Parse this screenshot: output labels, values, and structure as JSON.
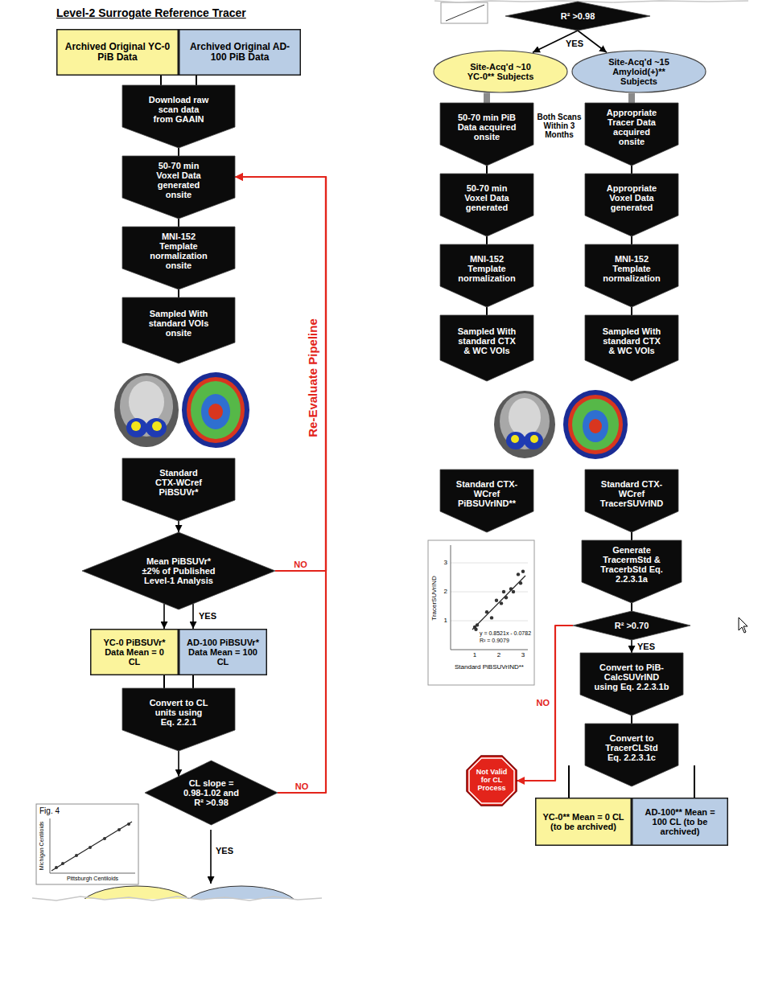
{
  "diagram": {
    "title": "Level-2 Surrogate Reference Tracer",
    "nodes": [
      {
        "text": [
          "Archived Original YC-0 PiB Data"
        ]
      },
      {
        "text": [
          "Archived Original AD-100 PiB Data"
        ]
      },
      {
        "text": [
          "Download raw scan data from GAAIN"
        ]
      },
      {
        "text": [
          "50-70 min Voxel Data generated onsite"
        ]
      },
      {
        "text": [
          "MNI-152 Template normalization onsite"
        ]
      },
      {
        "text": [
          "Sampled With standard VOIs onsite"
        ]
      },
      {
        "text": [
          "Standard CTX-WCref PiBSUVr*"
        ]
      },
      {
        "text": [
          "Mean PiBSUVr* ±2% of Published Level-1 Analysis"
        ]
      },
      {
        "text": [
          "YC-0 PiBSUVr* Data Mean = 0 CL"
        ]
      },
      {
        "text": [
          "AD-100 PiBSUVr* Data Mean = 100 CL"
        ]
      },
      {
        "text": [
          "Convert to CL units using Eq. 2.2.1"
        ]
      },
      {
        "text": [
          "CL slope = 0.98-1.02 and R² >0.98"
        ]
      },
      {
        "text": [
          "R² >0.98"
        ]
      },
      {
        "text": [
          "Site-Acq'd ~10 YC-0** Subjects"
        ]
      },
      {
        "text": [
          "Site-Acq'd ~15 Amyloid(+)** Subjects"
        ]
      },
      {
        "text": [
          "50-70 min PiB Data acquired onsite"
        ]
      },
      {
        "text": [
          "Appropriate Tracer Data acquired onsite"
        ]
      },
      {
        "text": [
          "50-70 min Voxel Data generated"
        ]
      },
      {
        "text": [
          "Appropriate Voxel Data generated"
        ]
      },
      {
        "text": [
          "MNI-152 Template normalization"
        ]
      },
      {
        "text": [
          "MNI-152 Template normalization"
        ]
      },
      {
        "text": [
          "Sampled With standard CTX & WC VOIs"
        ]
      },
      {
        "text": [
          "Sampled With standard CTX & WC VOIs"
        ]
      },
      {
        "text": [
          "Standard CTX-WCref PiBSUVrIND**"
        ]
      },
      {
        "text": [
          "Standard CTX-WCref TracerSUVrIND"
        ]
      },
      {
        "text": [
          "Generate TracermStd & TracerbStd Eq. 2.2.3.1a"
        ]
      },
      {
        "text": [
          "R² >0.70"
        ]
      },
      {
        "text": [
          "Convert to PiB-CalcSUVrIND using Eq. 2.2.3.1b"
        ]
      },
      {
        "text": [
          "Convert to TracerCLStd Eq. 2.2.3.1c"
        ]
      },
      {
        "text": [
          "Not Valid for CL Process"
        ]
      },
      {
        "text": [
          "YC-0** Mean = 0 CL (to be archived)"
        ]
      },
      {
        "text": [
          "AD-100** Mean = 100 CL (to be archived)"
        ]
      }
    ],
    "edges": [
      {
        "from": 0,
        "to": 2,
        "arrow": "none"
      },
      {
        "from": 1,
        "to": 2,
        "arrow": "none"
      },
      {
        "from": 2,
        "to": 3,
        "arrow": "none"
      },
      {
        "from": 3,
        "to": 4,
        "arrow": "none"
      },
      {
        "from": 4,
        "to": 5,
        "arrow": "none"
      },
      {
        "from": 6,
        "to": 7,
        "arrow": "to"
      },
      {
        "from": 7,
        "to": 8,
        "arrow": "to"
      },
      {
        "from": 7,
        "to": 9,
        "label": "YES",
        "arrow": "to"
      },
      {
        "from": 7,
        "to": 3,
        "label": "NO",
        "arrow": "to"
      },
      {
        "from": 8,
        "to": 10,
        "arrow": "none"
      },
      {
        "from": 9,
        "to": 10,
        "arrow": "none"
      },
      {
        "from": 10,
        "to": 11,
        "arrow": "to"
      },
      {
        "from": 11,
        "to": 3,
        "label": "NO",
        "arrow": "to"
      },
      {
        "from": 12,
        "to": 13,
        "label": "YES",
        "arrow": "to"
      },
      {
        "from": 12,
        "to": 14,
        "arrow": "to"
      },
      {
        "from": 13,
        "to": 15,
        "arrow": "none"
      },
      {
        "from": 14,
        "to": 16,
        "arrow": "none"
      },
      {
        "from": 15,
        "to": 17,
        "arrow": "none"
      },
      {
        "from": 16,
        "to": 18,
        "arrow": "none"
      },
      {
        "from": 17,
        "to": 19,
        "arrow": "none"
      },
      {
        "from": 18,
        "to": 20,
        "arrow": "none"
      },
      {
        "from": 19,
        "to": 21,
        "arrow": "none"
      },
      {
        "from": 20,
        "to": 22,
        "arrow": "none"
      },
      {
        "from": 24,
        "to": 25,
        "arrow": "none"
      },
      {
        "from": 25,
        "to": 26,
        "arrow": "none"
      },
      {
        "from": 26,
        "to": 27,
        "label": "YES",
        "arrow": "to"
      },
      {
        "from": 26,
        "to": 29,
        "label": "NO",
        "arrow": "to"
      },
      {
        "from": 27,
        "to": 28,
        "arrow": "none"
      },
      {
        "from": 28,
        "to": 30,
        "arrow": "none"
      },
      {
        "from": 28,
        "to": 31,
        "arrow": "none"
      }
    ],
    "labels": [
      "YES",
      "Re-Evaluate Pipeline",
      "Both Scans Within 3 Months",
      "Fig. 4",
      "Pittsburgh Centiloids",
      "Michigan Centiloids",
      "y = 0.8521x - 0.0782",
      "R² = 0.9079",
      "Standard PiBSUVrIND**",
      "TracerSUVrIND",
      "1",
      "2",
      "3",
      "1",
      "2",
      "3"
    ]
  }
}
